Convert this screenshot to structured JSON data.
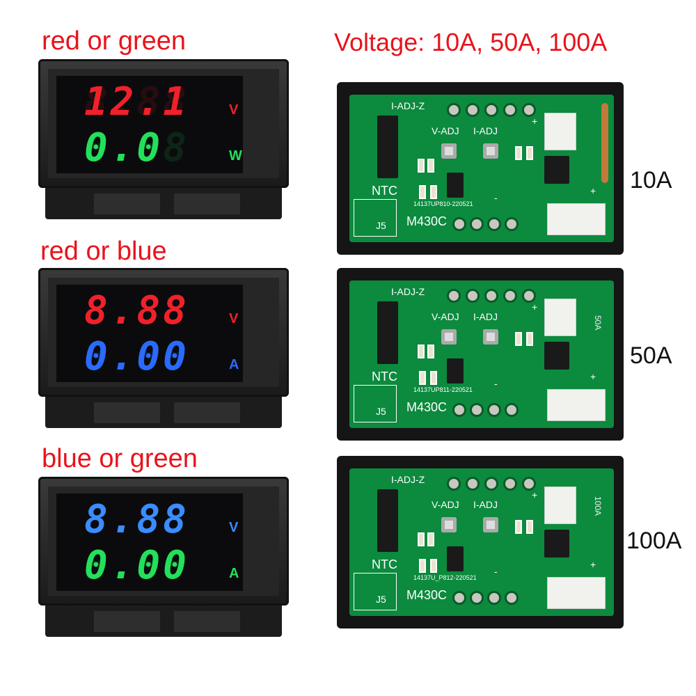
{
  "left_labels": [
    "red or green",
    "red or blue",
    "blue or green"
  ],
  "right_title": "Voltage: 10A, 50A, 100A",
  "meters": [
    {
      "top": "12.1",
      "bottom": "0.0",
      "top_unit": "V",
      "bottom_unit": "W",
      "top_color": "#f0212a",
      "bottom_color": "#22e05a"
    },
    {
      "top": "8.88",
      "bottom": "0.00",
      "top_unit": "V",
      "bottom_unit": "A",
      "top_color": "#f0212a",
      "bottom_color": "#2a6bff"
    },
    {
      "top": "8.88",
      "bottom": "0.00",
      "top_unit": "V",
      "bottom_unit": "A",
      "top_color": "#3a8cff",
      "bottom_color": "#22e05a"
    }
  ],
  "boards": [
    {
      "size": "10A",
      "code": "14137UP810-220521",
      "shunt_label": ""
    },
    {
      "size": "50A",
      "code": "14137UP811-220521",
      "shunt_label": "50A"
    },
    {
      "size": "100A",
      "code": "14137U_P812-220521",
      "shunt_label": "100A"
    }
  ],
  "silkscreen": {
    "i_adj_z": "I-ADJ-Z",
    "v_adj": "V-ADJ",
    "i_adj": "I-ADJ",
    "ntc": "NTC",
    "j5": "J5",
    "model": "M430C",
    "plus": "+",
    "minus": "-"
  }
}
